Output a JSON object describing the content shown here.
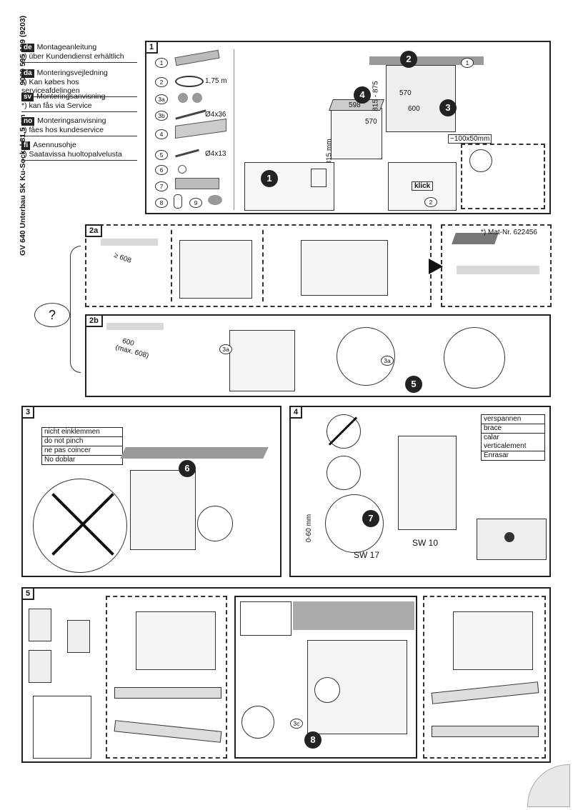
{
  "document": {
    "side_title": "GV 640 Unterbau SK Ku-Sockel 81,5 cm",
    "doc_code": "9000 595 109 (9203)"
  },
  "languages": [
    {
      "code": "de",
      "title": "Montageanleitung",
      "note": "*) über Kundendienst erhältlich"
    },
    {
      "code": "da",
      "title": "Monteringsvejledning",
      "note": "*) Kan købes hos serviceafdelingen"
    },
    {
      "code": "sv",
      "title": "Monteringsanvisning",
      "note": "*) kan fås via Service"
    },
    {
      "code": "no",
      "title": "Monteringsanvisning",
      "note": "*) fåes hos kundeservice"
    },
    {
      "code": "fi",
      "title": "Asennusohje",
      "note": "*) Saatavissa huoltopalvelusta"
    }
  ],
  "panel1": {
    "number": "1",
    "parts": [
      {
        "ref": "1",
        "text": ""
      },
      {
        "ref": "2",
        "text": "1,75 m"
      },
      {
        "ref": "3a",
        "text": ""
      },
      {
        "ref": "3b",
        "text": "Ø4x36"
      },
      {
        "ref": "4",
        "text": ""
      },
      {
        "ref": "5",
        "text": "Ø4x13"
      },
      {
        "ref": "6",
        "text": ""
      },
      {
        "ref": "7",
        "text": ""
      },
      {
        "ref": "8",
        "text": ""
      },
      {
        "ref": "9",
        "text": ""
      }
    ],
    "dims": {
      "d598": "598",
      "d570a": "570",
      "d815": "815 mm",
      "d815_875": "815 - 875",
      "d570b": "570",
      "d600": "600",
      "hole": "~100x50mm"
    },
    "steps": [
      "1",
      "2",
      "3",
      "4"
    ],
    "callout_1": "1",
    "callout_2": "2",
    "klick": "klick"
  },
  "panel2a": {
    "number": "2a",
    "dim": "≥ 608",
    "mat_nr": "*) Mat-Nr. 622456"
  },
  "panel2b": {
    "number": "2b",
    "dim": "600",
    "dim_max": "(max. 608)",
    "ref_3a": "3a",
    "step": "5"
  },
  "question": "?",
  "panel3": {
    "number": "3",
    "warnings": [
      "nicht einklemmen",
      "do not pinch",
      "ne pas coincer",
      "No doblar"
    ],
    "step": "6"
  },
  "panel4": {
    "number": "4",
    "labels": [
      "verspannen",
      "brace",
      "calar verticalement",
      "Enrasar"
    ],
    "range": "0-60 mm",
    "sw17": "SW 17",
    "sw10": "SW 10",
    "step": "7"
  },
  "panel5": {
    "number": "5",
    "ref_3c": "3c",
    "step": "8"
  },
  "colors": {
    "line": "#222222",
    "counter": "#9a9a9a",
    "wall": "#d9d9d9"
  }
}
